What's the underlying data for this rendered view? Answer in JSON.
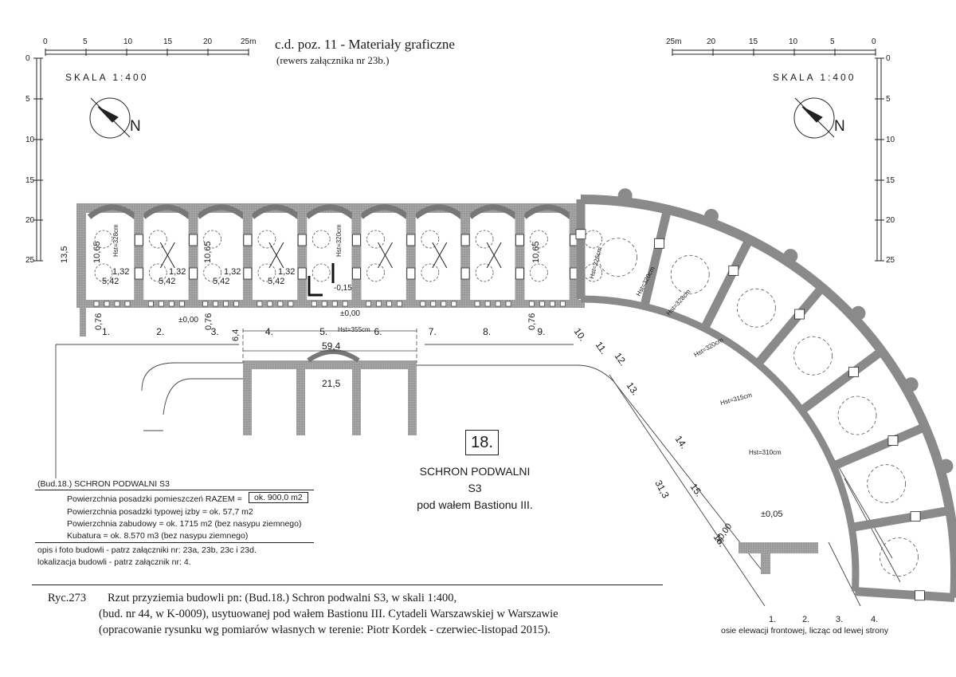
{
  "header": {
    "title": "c.d. poz. 11 - Materiały graficzne",
    "subtitle": "(rewers załącznika nr 23b.)"
  },
  "scales": {
    "left_label": "SKALA 1:400",
    "right_label": "SKALA 1:400",
    "north": "N",
    "top_left_ticks": [
      "0",
      "5",
      "10",
      "15",
      "20",
      "25m"
    ],
    "top_right_ticks": [
      "25m",
      "20",
      "15",
      "10",
      "5",
      "0"
    ],
    "left_ticks": [
      "0",
      "5",
      "10",
      "15",
      "20",
      "25"
    ],
    "right_ticks": [
      "0",
      "5",
      "10",
      "15",
      "20",
      "25"
    ]
  },
  "plan": {
    "room_numbers": [
      "1.",
      "2.",
      "3.",
      "4.",
      "5.",
      "6.",
      "7.",
      "8.",
      "9.",
      "10.",
      "11.",
      "12.",
      "13.",
      "14.",
      "15.",
      "16."
    ],
    "dimensions": {
      "depth_total": "13,5",
      "room_depth_1": "10,65",
      "room_depth_3": "10,65",
      "room_depth_9": "10,65",
      "width_1": "5,42",
      "width_2": "5,42",
      "width_3": "5,42",
      "width_4": "5,42",
      "pier_1": "1,32",
      "pier_2": "1,32",
      "pier_3": "1,32",
      "pier_4": "1,32",
      "wall_1": "0,76",
      "wall_3": "0,76",
      "wall_9": "0,76",
      "front_64": "6,4",
      "front_length": "59,4",
      "annex_width": "21,5",
      "arc_length": "31,3"
    },
    "levels": {
      "lvl_front_1": "±0,00",
      "lvl_room5": "±0,00",
      "lvl_stair": "-0,15",
      "lvl_room16": "±0,05",
      "lvl_end": "±0,00"
    },
    "heights": {
      "h1": "Hst=328cm",
      "h5": "Hst=320cm",
      "h5b": "Hst=355cm",
      "h10": "Hst=326cm",
      "h11": "Hst=320cm",
      "h12": "Hst=328cm",
      "h13": "Hst=320cm",
      "h14": "Hst=315cm",
      "h15": "Hst=310cm"
    }
  },
  "building": {
    "number": "18.",
    "title_line1": "SCHRON PODWALNI",
    "title_line2": "S3",
    "title_line3": "pod wałem Bastionu III."
  },
  "info": {
    "heading": "(Bud.18.)  SCHRON PODWALNI S3",
    "row1_label": "Powierzchnia posadzki pomieszczeń RAZEM =",
    "row1_value": "ok. 900,0 m2",
    "row2": "Powierzchnia posadzki typowej izby = ok. 57,7 m2",
    "row3": "Powierzchnia zabudowy = ok. 1715 m2  (bez nasypu ziemnego)",
    "row4": "Kubatura = ok. 8.570 m3  (bez nasypu ziemnego)",
    "note1": "opis i foto budowli  - patrz załączniki nr: 23a, 23b, 23c i 23d.",
    "note2": "lokalizacja budowli  - patrz załącznik nr: 4."
  },
  "caption": {
    "label": "Ryc.273",
    "line1": "Rzut przyziemia budowli pn:  (Bud.18.)  Schron podwalni  S3,  w skali 1:400,",
    "line2": "(bud. nr 44, w K-0009), usytuowanej  pod wałem Bastionu III.  Cytadeli Warszawskiej  w  Warszawie",
    "line3": "(opracowanie rysunku wg pomiarów własnych w terenie: Piotr Kordek - czerwiec-listopad 2015)."
  },
  "axes_legend": {
    "numbers": [
      "1.",
      "2.",
      "3.",
      "4."
    ],
    "caption": "osie elewacji frontowej, licząc od lewej strony"
  }
}
